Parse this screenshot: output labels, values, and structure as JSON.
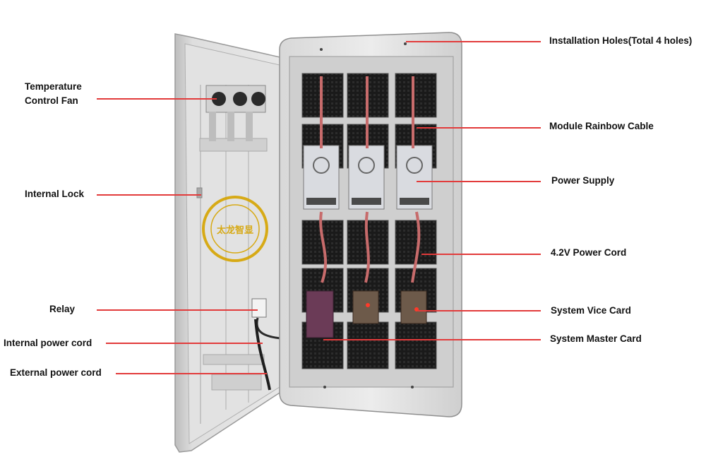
{
  "labels": {
    "temperature_fan_line1": "Temperature",
    "temperature_fan_line2": "Control Fan",
    "internal_lock": "Internal Lock",
    "relay": "Relay",
    "internal_power_cord": "Internal power cord",
    "external_power_cord": "External power cord",
    "installation_holes": "Installation Holes(Total 4 holes)",
    "module_rainbow_cable": "Module Rainbow Cable",
    "power_supply": "Power Supply",
    "power_cord_42v": "4.2V Power Cord",
    "system_vice_card": "System Vice Card",
    "system_master_card": "System Master Card"
  },
  "seal": {
    "center_text": "太龙智显"
  },
  "colors": {
    "leader_line": "#e23b3b",
    "cabinet": "#e4e4e4",
    "module": "#1c1c1c",
    "power_supply": "#d9dbe0"
  }
}
